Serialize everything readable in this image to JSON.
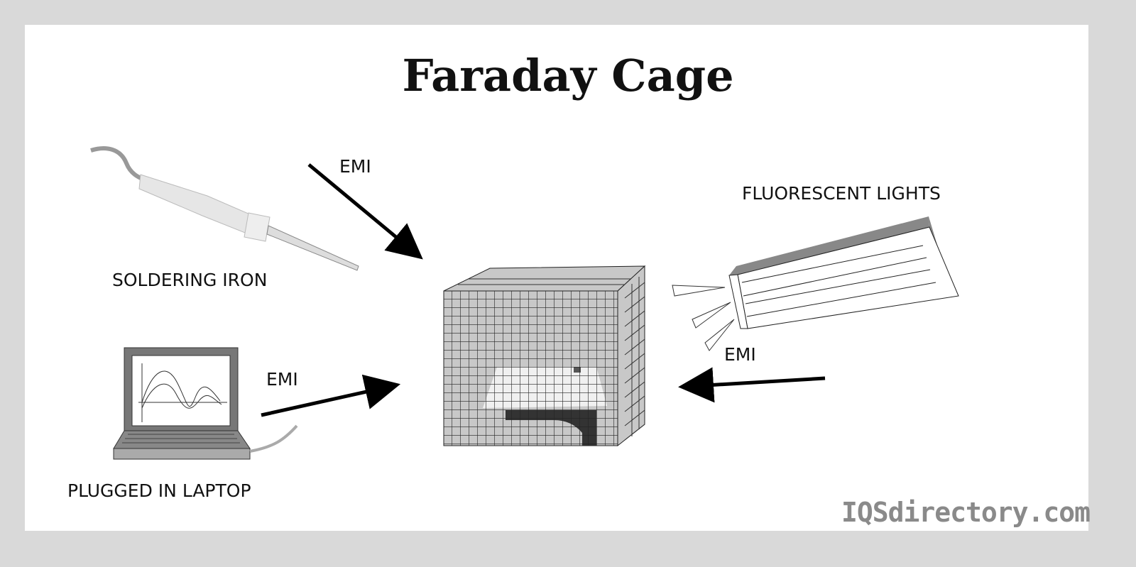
{
  "title": "Faraday Cage",
  "labels": {
    "soldering_iron": "SOLDERING  IRON",
    "laptop": "PLUGGED IN LAPTOP",
    "fluorescent": "FLUORESCENT LIGHTS",
    "emi_top": "EMI",
    "emi_laptop": "EMI",
    "emi_right": "EMI"
  },
  "watermark": "IQSdirectory.com"
}
